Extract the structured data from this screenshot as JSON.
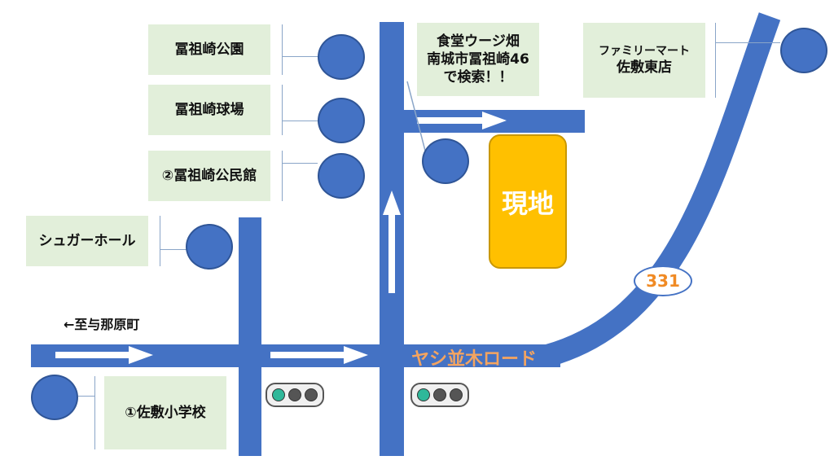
{
  "labels": {
    "fusozaki_park": "冨祖崎公園",
    "fusozaki_field": "冨祖崎球場",
    "community_hall": "②冨祖崎公民館",
    "sugar_hall": "シュガーホール",
    "restaurant_line1": "食堂ウージ畑",
    "restaurant_line2": "南城市冨祖崎46",
    "restaurant_line3": "で検索！！",
    "familymart_line1": "ファミリーマート",
    "familymart_line2": "佐敷東店",
    "school": "①佐敷小学校"
  },
  "site_label": "現地",
  "road_name": "ヤシ並木ロード",
  "route_number": "331",
  "direction_label": "←至与那原町",
  "signals": [
    {
      "name": "signal-left",
      "lamps": [
        "green",
        "off",
        "off"
      ]
    },
    {
      "name": "signal-right",
      "lamps": [
        "green",
        "off",
        "off"
      ]
    }
  ],
  "colors": {
    "road": "#4472c4",
    "pin": "#4472c4",
    "label_bg": "#e2efda",
    "site": "#ffc000",
    "road_name": "#f4a460",
    "route_shield_text": "#f08a24",
    "signal_green": "#2fb89a",
    "signal_off": "#555555"
  }
}
